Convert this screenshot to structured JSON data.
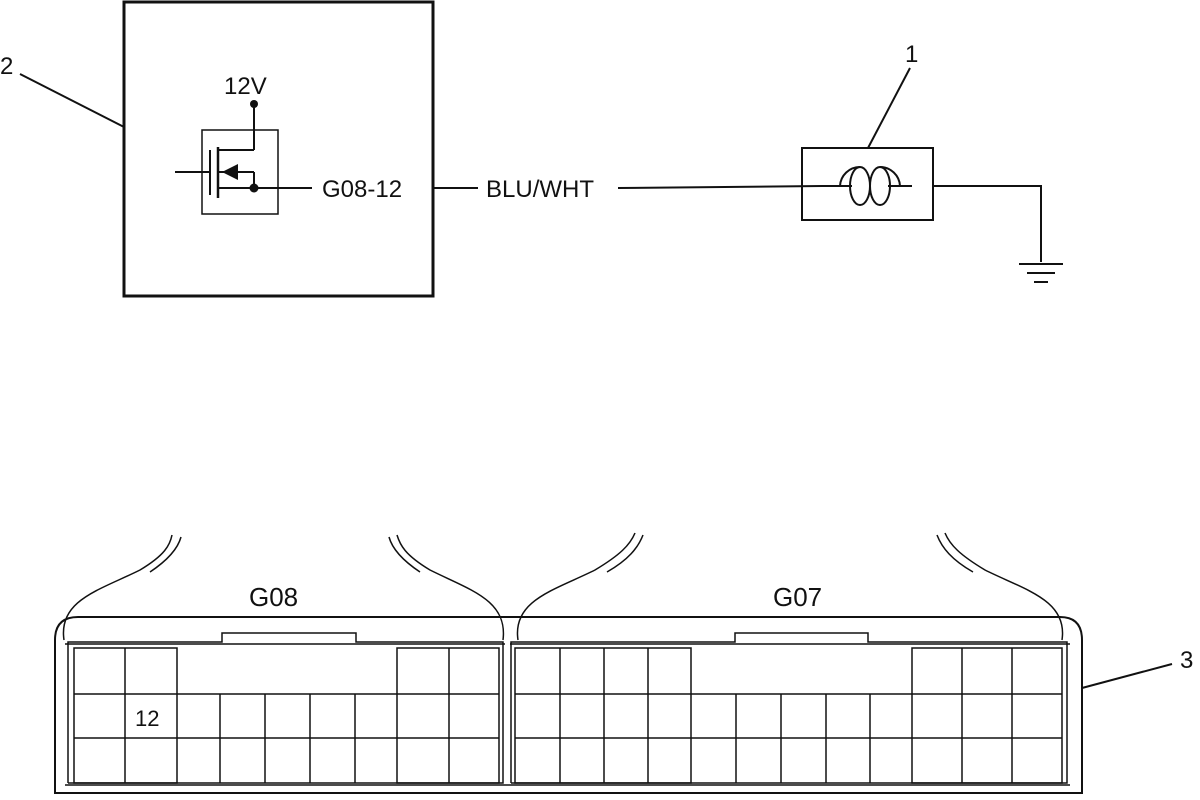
{
  "callouts": {
    "lamp": "1",
    "module": "2",
    "connector": "3"
  },
  "module": {
    "supply_label": "12V",
    "pin_label": "G08-12"
  },
  "wire": {
    "color_label": "BLU/WHT"
  },
  "connectors": {
    "left": {
      "name": "G08",
      "pin_number": "12"
    },
    "right": {
      "name": "G07"
    }
  },
  "colors": {
    "line": "#111111",
    "background": "#ffffff"
  }
}
